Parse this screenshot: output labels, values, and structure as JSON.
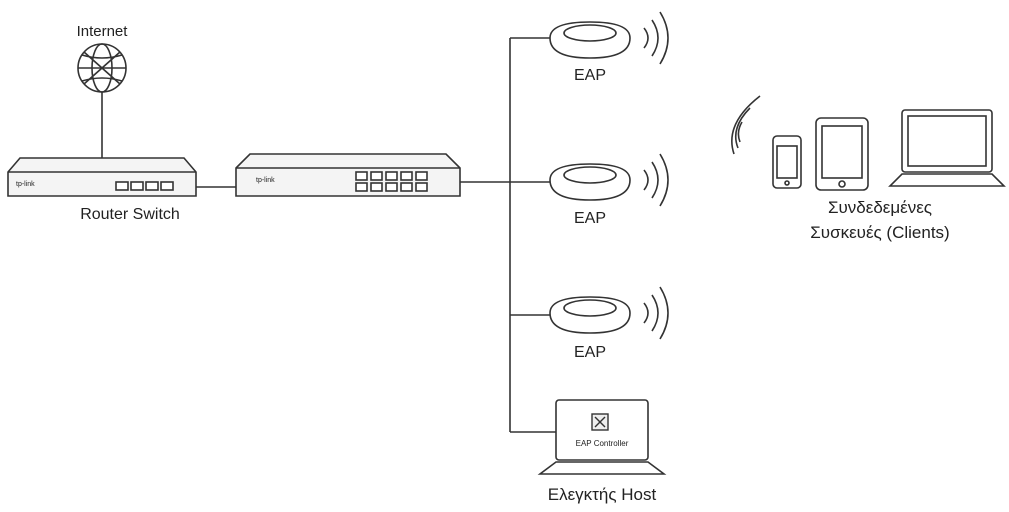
{
  "labels": {
    "internet": "Internet",
    "router": "Router Switch",
    "eap_top": "EAP",
    "eap_mid": "EAP",
    "eap_bottom": "EAP",
    "clients_line1": "Συνδεδεμένες",
    "clients_line2": "Συσκευές (Clients)",
    "controller_host": "Ελεγκτής Host"
  },
  "device_text": {
    "router_brand": "tp-link",
    "switch_brand": "tp-link",
    "controller_screen": "EAP Controller"
  },
  "icons": [
    "globe-icon",
    "router-device",
    "switch-device",
    "access-point-icon",
    "wifi-waves-icon",
    "phone-icon",
    "tablet-icon",
    "laptop-icon",
    "controller-laptop-icon",
    "tools-icon"
  ],
  "colors": {
    "stroke": "#333333",
    "fill": "#ffffff",
    "text": "#222222",
    "device_fill": "#f4f4f4"
  }
}
